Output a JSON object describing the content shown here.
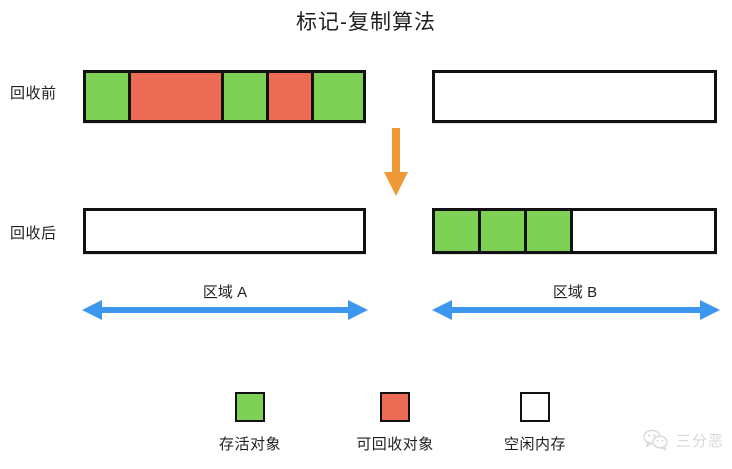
{
  "title": "标记-复制算法",
  "colors": {
    "live": "#7FD155",
    "garbage": "#EC6B55",
    "free": "#FFFFFF",
    "border": "#111111",
    "transition_arrow": "#EE9836",
    "span_arrow": "#3E97EE",
    "text": "#1F1F1F",
    "watermark": "#9A9A9A"
  },
  "rows": {
    "before": {
      "label": "回收前",
      "region_a_blocks": [
        {
          "kind": "live",
          "width": 45
        },
        {
          "kind": "garbage",
          "width": 93
        },
        {
          "kind": "live",
          "width": 45
        },
        {
          "kind": "garbage",
          "width": 45
        },
        {
          "kind": "live",
          "width": 49
        }
      ],
      "region_b_blocks": [
        {
          "kind": "free",
          "width": 0
        }
      ]
    },
    "after": {
      "label": "回收后",
      "region_a_blocks": [
        {
          "kind": "free",
          "width": 0
        }
      ],
      "region_b_blocks": [
        {
          "kind": "live",
          "width": 46
        },
        {
          "kind": "live",
          "width": 46
        },
        {
          "kind": "live",
          "width": 46
        },
        {
          "kind": "free",
          "width": 0
        }
      ]
    }
  },
  "regions": [
    {
      "id": "a",
      "label": "区域 A"
    },
    {
      "id": "b",
      "label": "区域 B"
    }
  ],
  "transition": {
    "icon": "down-arrow-icon",
    "direction": "down"
  },
  "legend": [
    {
      "id": "live",
      "swatch": "live",
      "color": "#7FD155",
      "label": "存活对象"
    },
    {
      "id": "garbage",
      "swatch": "garbage",
      "color": "#EC6B55",
      "label": "可回收对象"
    },
    {
      "id": "free",
      "swatch": "free",
      "color": "#FFFFFF",
      "label": "空闲内存"
    }
  ],
  "watermark": {
    "icon": "wechat-icon",
    "text": "三分恶"
  }
}
